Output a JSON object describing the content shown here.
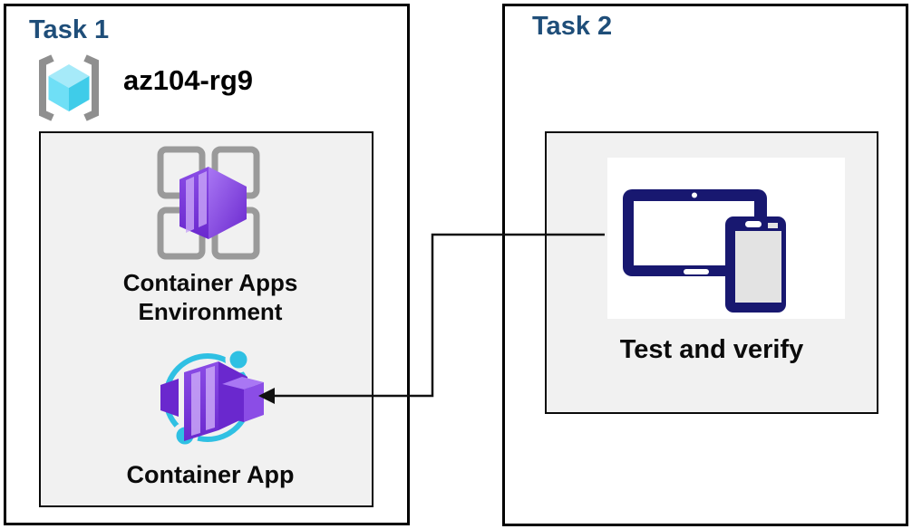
{
  "task1": {
    "title": "Task 1",
    "resource_group_name": "az104-rg9",
    "environment_caption": "Container Apps Environment",
    "container_app_caption": "Container App"
  },
  "task2": {
    "title": "Task 2",
    "test_caption": "Test and verify"
  },
  "colors": {
    "title_text": "#1F4E79",
    "caption_text": "#0B0B0B",
    "box_border": "#000000",
    "inner_panel_bg": "#F1F1F1",
    "bracket_gray": "#8F8F8F",
    "grid_gray": "#9A9A9A",
    "cube_top": "#A6EAF9",
    "cube_left": "#6FDFF6",
    "cube_right": "#3FCCE9",
    "purple_light": "#A977F4",
    "purple_mid": "#8B4DE6",
    "purple_dark": "#6A28CE",
    "purple_stripe": "#C9A6F7",
    "cyan_accent": "#2FC0E3",
    "device_navy": "#181870",
    "device_screen": "#E3E3E3",
    "connector": "#111111"
  }
}
